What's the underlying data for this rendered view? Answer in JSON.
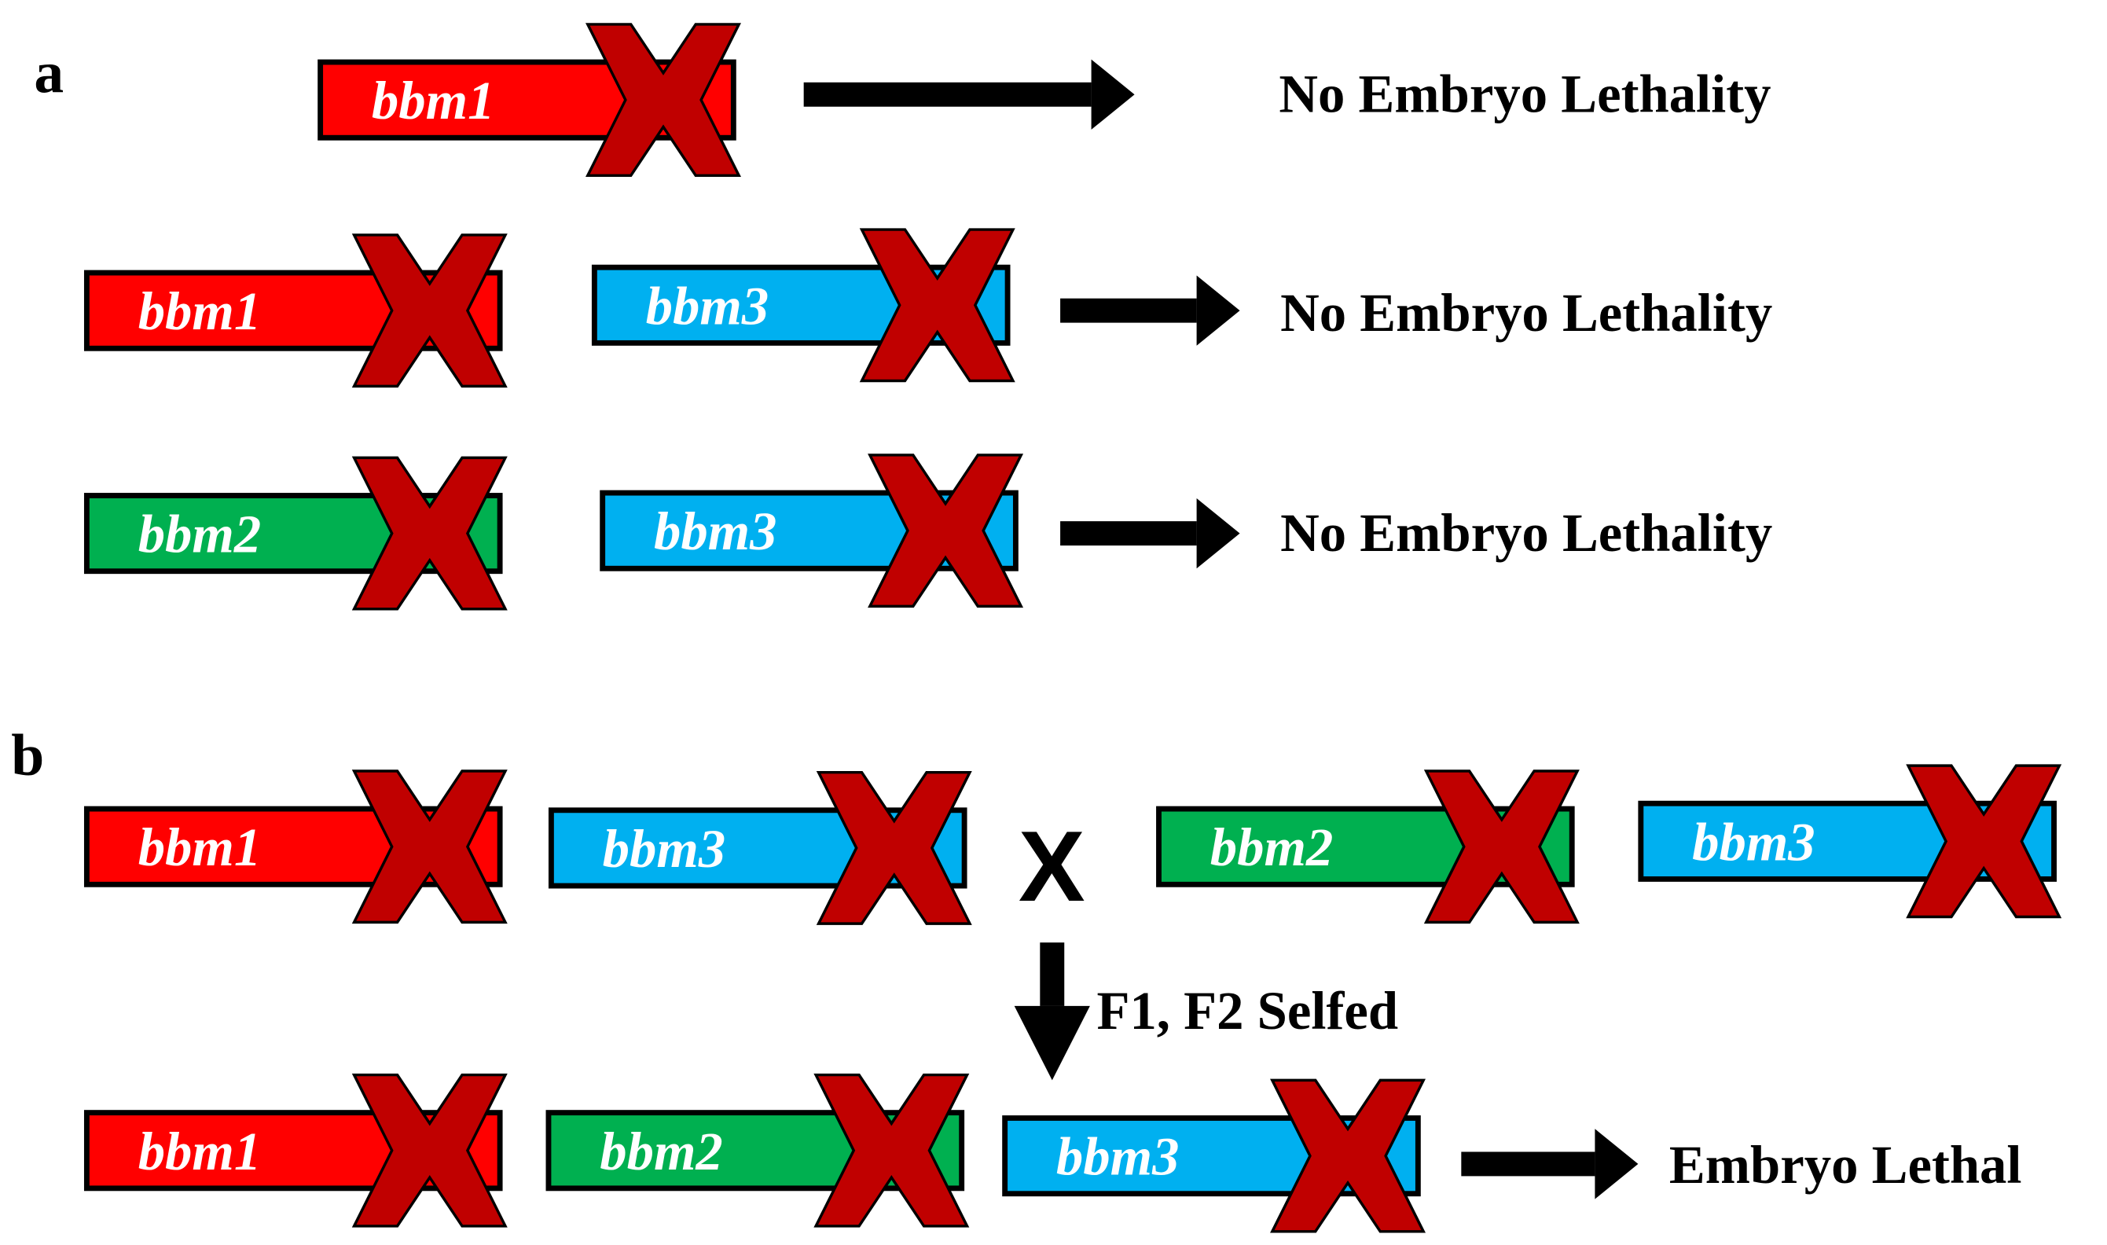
{
  "colors": {
    "bbm1": "#FF0000",
    "bbm2": "#00B050",
    "bbm3": "#00B0F0",
    "knockout_x": "#C00000",
    "outline": "#000000",
    "text_on_gene": "#FFFFFF"
  },
  "panels": [
    {
      "label": "a",
      "rows": [
        {
          "genes": [
            "bbm1"
          ],
          "knocked_out": [
            true
          ],
          "outcome": "No Embryo Lethality"
        },
        {
          "genes": [
            "bbm1",
            "bbm3"
          ],
          "knocked_out": [
            true,
            true
          ],
          "outcome": "No Embryo Lethality"
        },
        {
          "genes": [
            "bbm2",
            "bbm3"
          ],
          "knocked_out": [
            true,
            true
          ],
          "outcome": "No Embryo Lethality"
        }
      ]
    },
    {
      "label": "b",
      "cross": {
        "parent1": [
          "bbm1",
          "bbm3"
        ],
        "symbol": "X",
        "parent2": [
          "bbm2",
          "bbm3"
        ]
      },
      "step": "F1, F2 Selfed",
      "result": {
        "genes": [
          "bbm1",
          "bbm2",
          "bbm3"
        ],
        "knocked_out": [
          true,
          true,
          true
        ],
        "outcome": "Embryo Lethal"
      }
    }
  ],
  "icons": {
    "knockout": "x-mark-icon",
    "arrow": "arrow-right-icon",
    "down_arrow": "arrow-down-icon"
  }
}
